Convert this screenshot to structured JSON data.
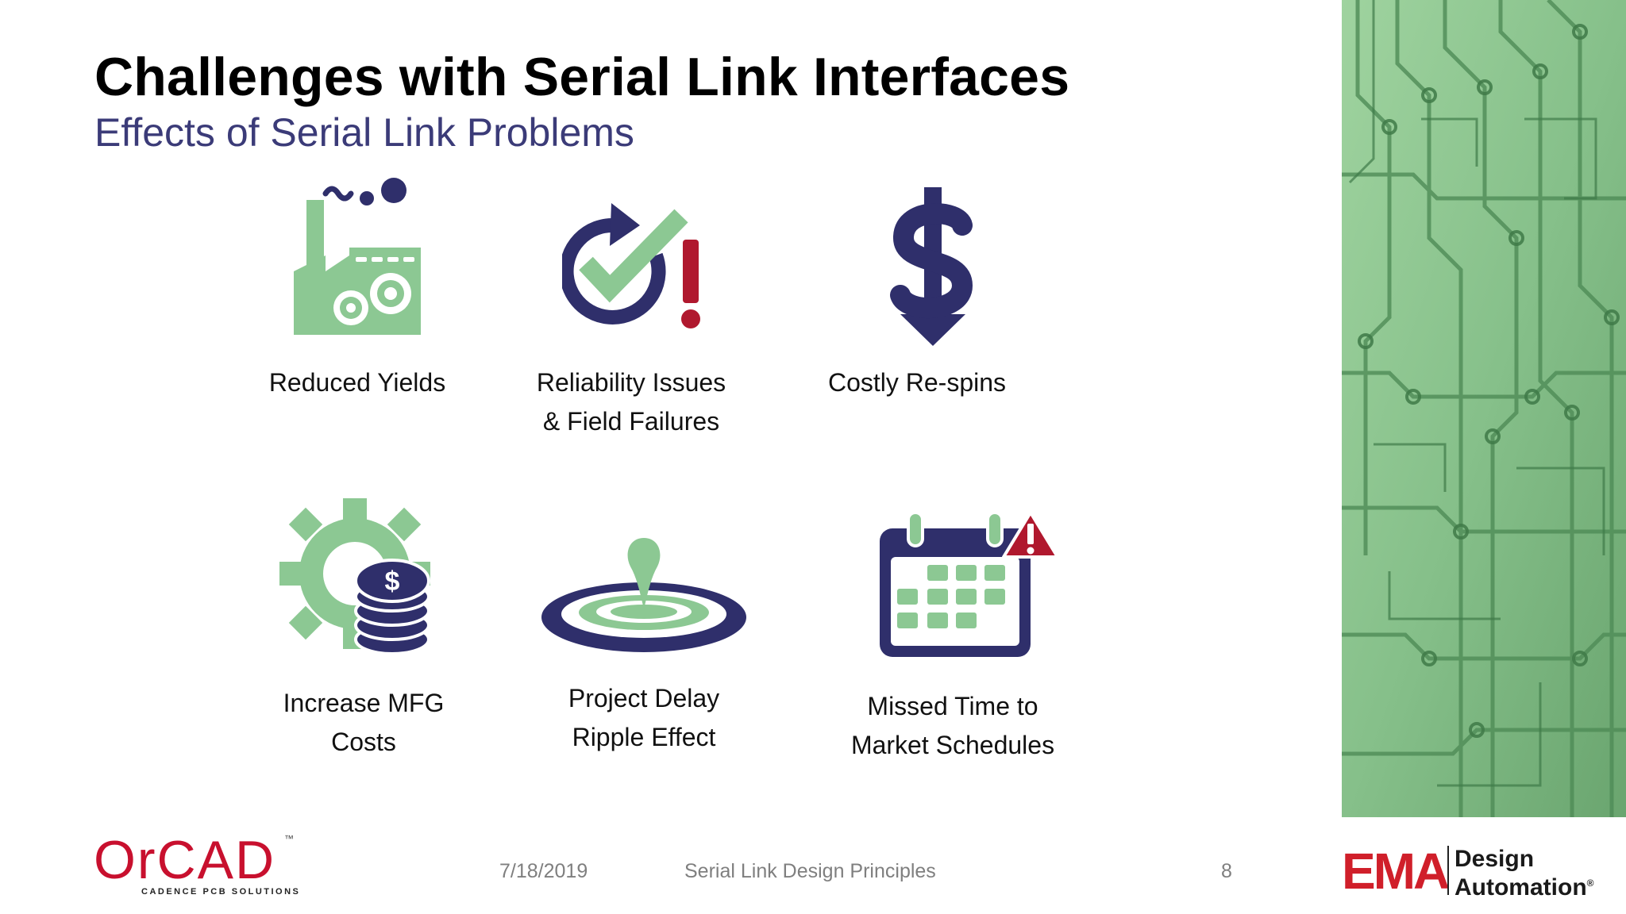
{
  "slide": {
    "title": "Challenges with Serial Link Interfaces",
    "subtitle": "Effects of Serial Link Problems"
  },
  "items": [
    {
      "label_line1": "Reduced Yields",
      "label_line2": "",
      "icon": "factory-gears-icon"
    },
    {
      "label_line1": "Reliability Issues",
      "label_line2": "& Field Failures",
      "icon": "check-warning-icon"
    },
    {
      "label_line1": "Costly Re-spins",
      "label_line2": "",
      "icon": "dollar-down-arrow-icon"
    },
    {
      "label_line1": "Increase MFG",
      "label_line2": "Costs",
      "icon": "gear-coins-icon"
    },
    {
      "label_line1": "Project Delay",
      "label_line2": "Ripple Effect",
      "icon": "ripple-drop-icon"
    },
    {
      "label_line1": "Missed Time to",
      "label_line2": "Market Schedules",
      "icon": "calendar-alert-icon"
    }
  ],
  "footer": {
    "date": "7/18/2019",
    "title": "Serial Link Design Principles",
    "page": "8"
  },
  "logos": {
    "orcad": "OrCAD",
    "orcad_tm": "™",
    "orcad_tagline": "CADENCE PCB SOLUTIONS",
    "ema": "EMA",
    "ema_line1": "Design",
    "ema_line2": "Automation",
    "ema_reg": "®"
  },
  "colors": {
    "green": "#8cc893",
    "navy": "#2f2f6b",
    "red": "#b0182e",
    "subtitle": "#3b3b78",
    "footer": "#7f7f7f"
  }
}
